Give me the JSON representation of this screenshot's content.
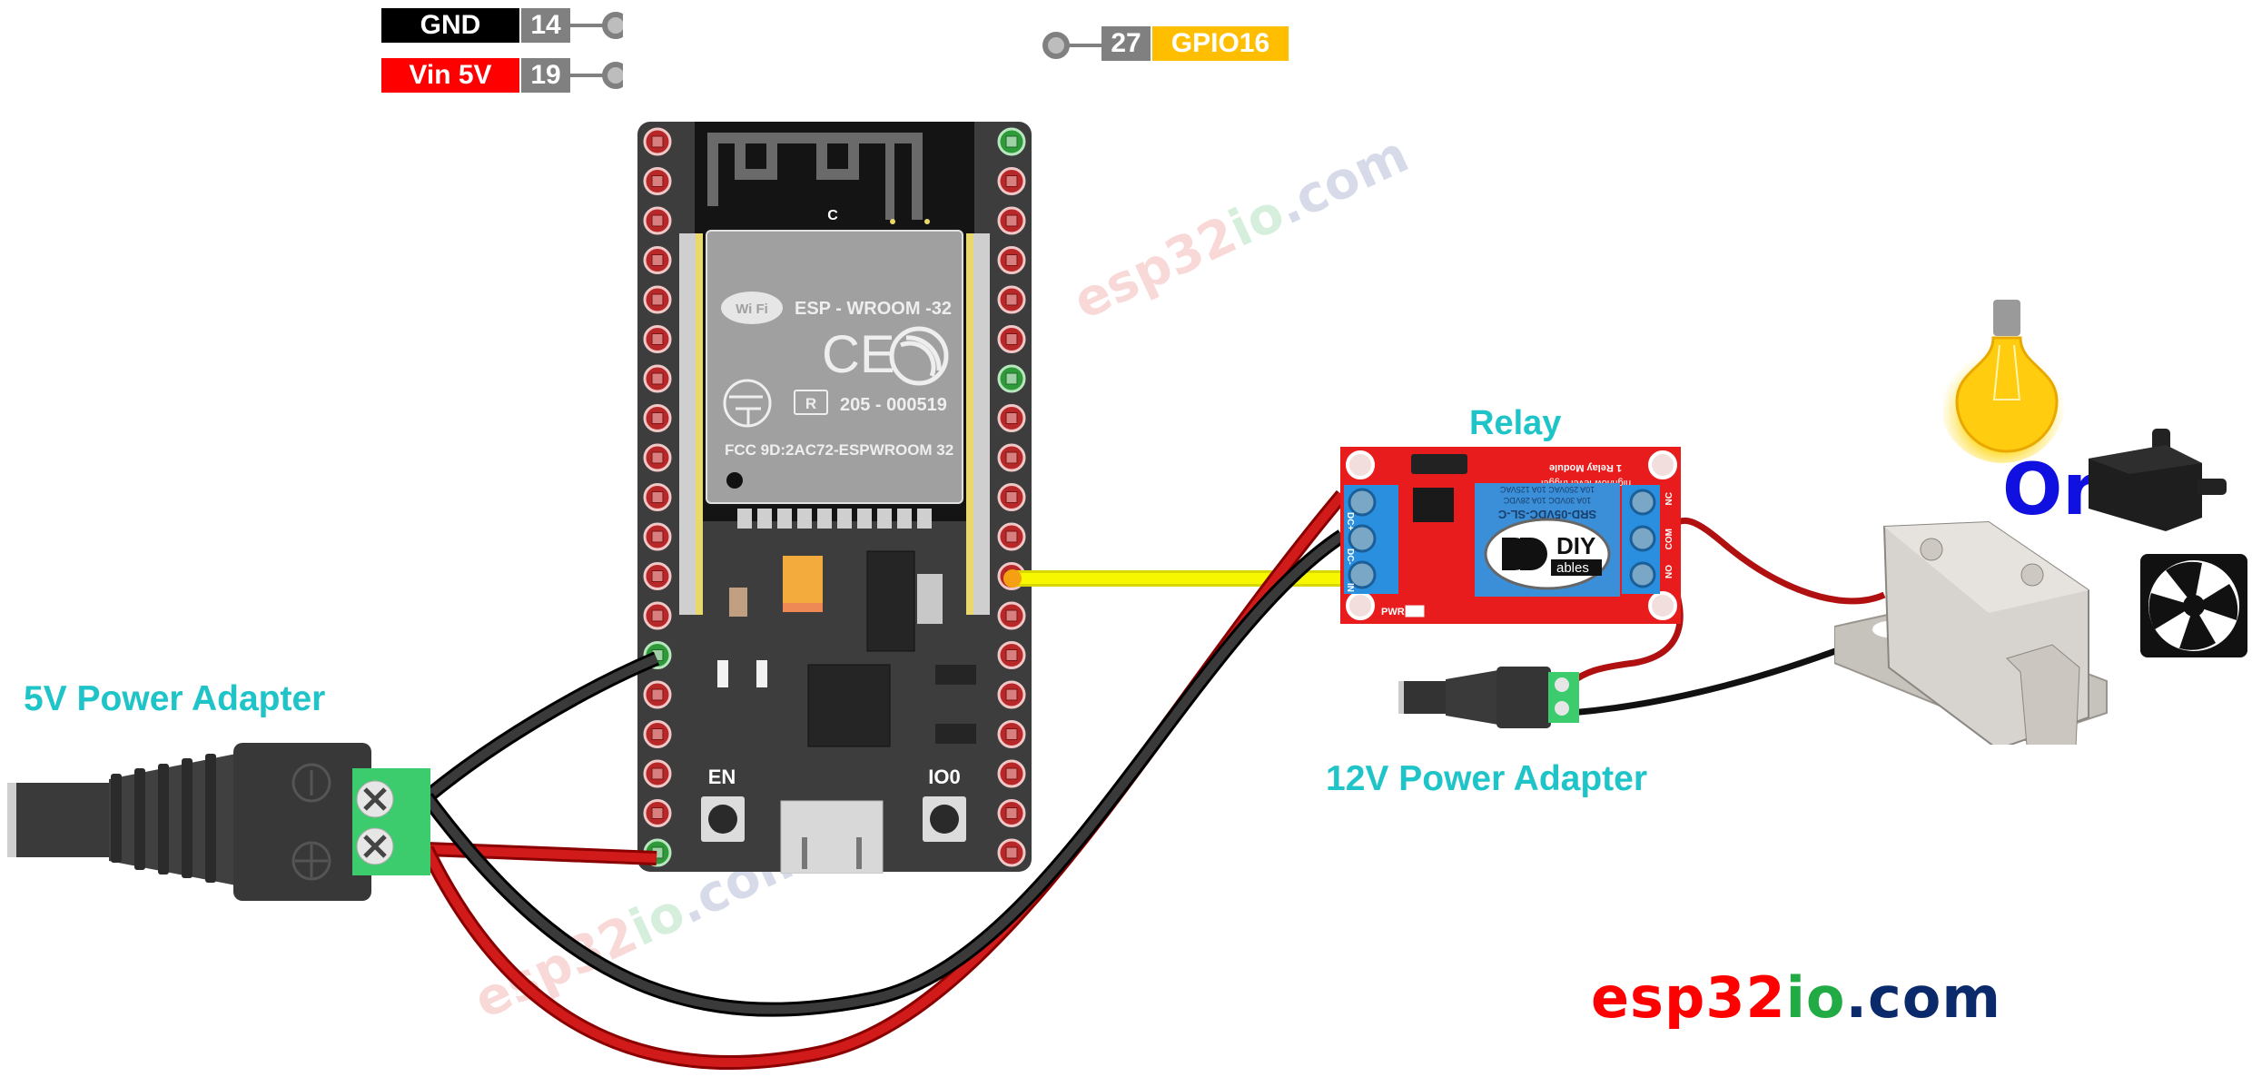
{
  "pin_labels": {
    "gnd": {
      "name": "GND",
      "number": "14"
    },
    "vin": {
      "name": "Vin 5V",
      "number": "19"
    },
    "gpio": {
      "number": "27",
      "name": "GPIO16"
    }
  },
  "colors": {
    "gnd_label": "#000000",
    "vin_label": "#ff0000",
    "pin_number_bg": "#808080",
    "gpio_label": "#ffbf00",
    "title_cyan": "#1ec4c8",
    "wire_red": "#d11a1a",
    "wire_black": "#1a1a1a",
    "wire_yellow": "#f5f500",
    "or_blue": "#1010e0",
    "brand_red": "#ff0000",
    "brand_green": "#22aa44",
    "brand_navy": "#0a2a6b"
  },
  "esp32": {
    "module_name": "ESP - WROOM -32",
    "wifi_logo": "Wi Fi",
    "ce_mark": "CE",
    "r_mark": "R",
    "cert_number": "205 - 000519",
    "fcc_text": "FCC 9D:2AC72-ESPWROOM 32",
    "antenna_marker": "C",
    "button_en": "EN",
    "button_io0": "IO0"
  },
  "relay": {
    "title": "Relay",
    "header_line1": "high/low level trigger",
    "header_line2": "1 Relay Module",
    "relay_text_1": "SRD-05VDC-SL-C",
    "relay_text_2": "10A 30VDC 10A 28VDC",
    "relay_text_3": "10A 250VAC 10A 125VAC",
    "brand_top": "DIY",
    "brand_bottom": "ables",
    "left_pins": [
      "DC+",
      "DC-",
      "IN"
    ],
    "right_pins": [
      "NC",
      "COM",
      "NO"
    ],
    "pwr_label": "PWR"
  },
  "labels": {
    "adapter_5v": "5V Power Adapter",
    "adapter_12v": "12V Power Adapter",
    "or": "Or"
  },
  "loads": [
    "light-bulb",
    "water-pump",
    "solenoid-lock",
    "cooling-fan"
  ],
  "brand": {
    "part1": "esp32",
    "part2": "io",
    "part3": ".com"
  },
  "watermark": "esp32io.com"
}
